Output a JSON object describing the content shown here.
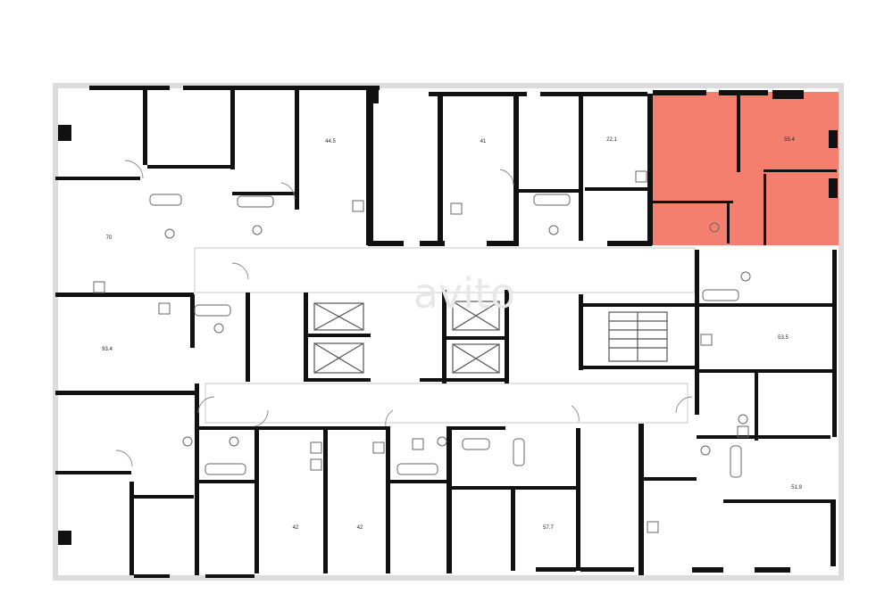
{
  "floor_plan": {
    "highlight_color": "#f47f6e",
    "watermark": "avito",
    "apartments": [
      {
        "id": "apt-44-5",
        "area": "44.5"
      },
      {
        "id": "apt-41",
        "area": "41"
      },
      {
        "id": "apt-22-1",
        "area": "22.1"
      },
      {
        "id": "apt-55-4",
        "area": "55.4",
        "highlighted": true
      },
      {
        "id": "apt-70",
        "area": "70"
      },
      {
        "id": "apt-93-4",
        "area": "93.4"
      },
      {
        "id": "apt-53-5",
        "area": "53.5"
      },
      {
        "id": "apt-51-9",
        "area": "51.9"
      },
      {
        "id": "apt-42-a",
        "area": "42"
      },
      {
        "id": "apt-42-b",
        "area": "42"
      },
      {
        "id": "apt-57-7",
        "area": "57.7"
      }
    ]
  }
}
